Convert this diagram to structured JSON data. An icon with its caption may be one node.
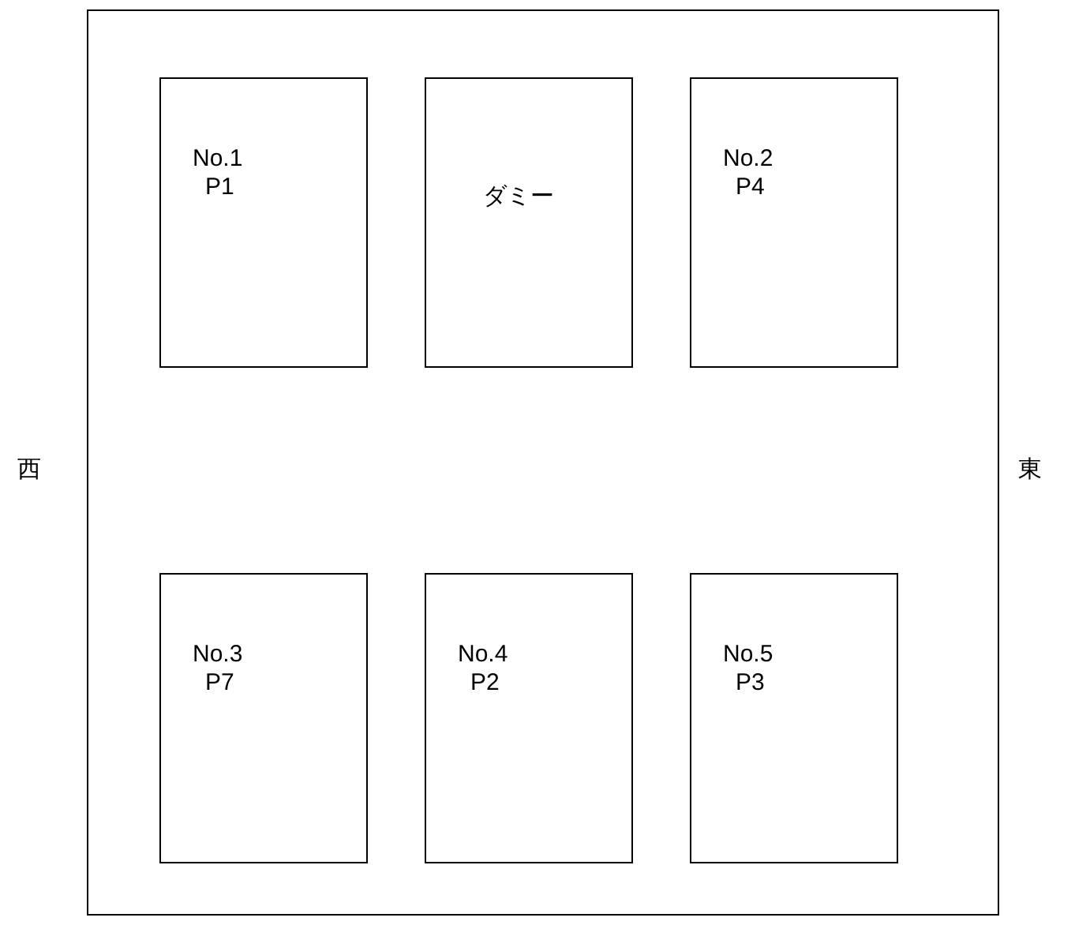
{
  "diagram": {
    "nodes": [
      {
        "text": [],
        "shape": "box"
      },
      {
        "text": [
          "No.1",
          "P1"
        ],
        "in": 0
      },
      {
        "text": [
          "ダミー"
        ],
        "in": 0
      },
      {
        "text": [
          "No.2",
          "P4"
        ],
        "in": 0
      },
      {
        "text": [
          "No.3",
          "P7"
        ],
        "in": 0
      },
      {
        "text": [
          "No.4",
          "P2"
        ],
        "in": 0
      },
      {
        "text": [
          "No.5",
          "P3"
        ],
        "in": 0
      }
    ],
    "labels": [
      "西",
      "東"
    ]
  }
}
